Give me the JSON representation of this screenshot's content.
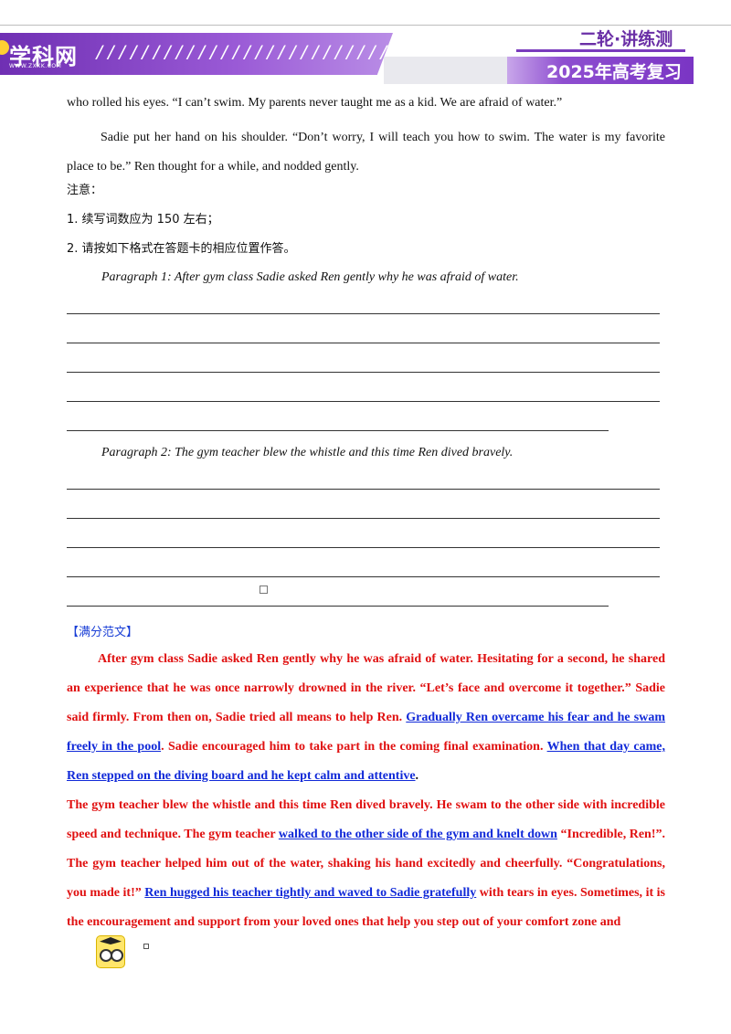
{
  "header": {
    "logo_text": "学科网",
    "logo_sub": "WWW.ZXXK.COM",
    "slashes": "///////////////////////////",
    "series": "二轮·讲练测",
    "year": "2025年高考复习"
  },
  "story": {
    "line1": "who rolled his eyes. “I can’t swim. My parents never taught me as a kid. We are afraid of water.”",
    "para2": "Sadie put her hand on his shoulder. “Don’t worry, I will teach you how to swim. The water is my favorite place to be.” Ren thought for a while, and nodded gently."
  },
  "notes": {
    "title": "注意：",
    "item1": "1. 续写词数应为 150 左右；",
    "item2": "2. 请按如下格式在答题卡的相应位置作答。"
  },
  "prompts": {
    "p1": "Paragraph 1: After gym class Sadie asked Ren gently why he was afraid of water.",
    "p2": "Paragraph 2: The gym teacher blew the whistle and this time Ren dived bravely."
  },
  "sample": {
    "heading": "【满分范文】",
    "p1_a": "After gym class Sadie asked Ren gently why he was afraid of water. Hesitating for a second, he shared an experience that he was once narrowly drowned in the river. “Let’s face and overcome it together.” Sadie said firmly. From then on, Sadie tried all means to help Ren. ",
    "p1_hl1": "Gradually Ren overcame his fear and he swam freely in the pool",
    "p1_b": ". Sadie encouraged him to take part in the coming final examination. ",
    "p1_hl2": "When that day came, Ren stepped on the diving board and he kept calm and attentive",
    "p1_c": ".",
    "p2_a": "The gym teacher blew the whistle and this time Ren dived bravely. He swam to the other side with incredible speed and technique. The gym teacher ",
    "p2_hl1": "walked to the other side of the gym and knelt down",
    "p2_b": " “Incredible, Ren!”. The gym teacher helped him out of the water, shaking his hand excitedly and cheerfully. “Congratulations, you made it!” ",
    "p2_hl2": "Ren hugged his teacher tightly and waved to Sadie gratefully",
    "p2_c": " with tears in eyes. Sometimes, it is the encouragement and support from your loved ones that help you step out of your comfort zone and"
  }
}
